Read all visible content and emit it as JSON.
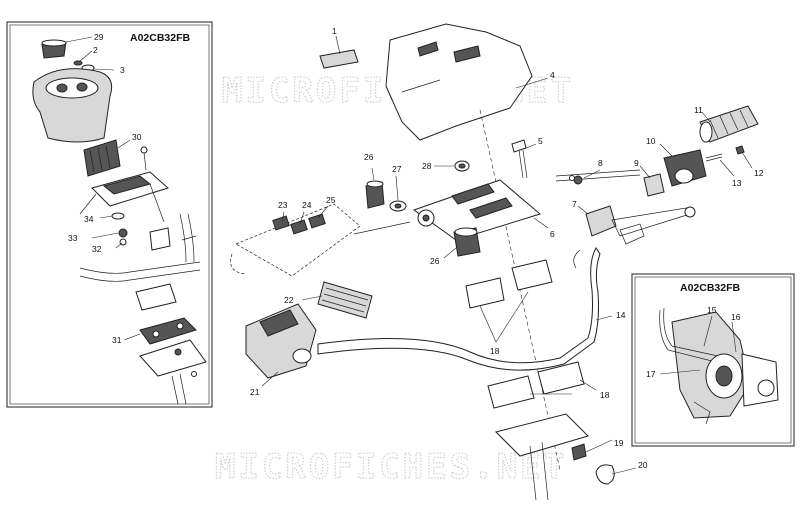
{
  "diagram": {
    "inset_left_code": "A02CB32FB",
    "inset_right_code": "A02CB32FB",
    "watermark_top": "MICROFICHES.NET",
    "watermark_bottom": "MICROFICHES.NET",
    "callouts": {
      "c1": "1",
      "c2": "2",
      "c3": "3",
      "c4": "4",
      "c5": "5",
      "c6": "6",
      "c7": "7",
      "c8": "8",
      "c9": "9",
      "c10": "10",
      "c11": "11",
      "c12": "12",
      "c13": "13",
      "c14": "14",
      "c15": "15",
      "c16": "16",
      "c17": "17",
      "c18a": "18",
      "c18b": "18",
      "c19": "19",
      "c20": "20",
      "c21": "21",
      "c22": "22",
      "c23": "23",
      "c24": "24",
      "c25": "25",
      "c26a": "26",
      "c26b": "26",
      "c27": "27",
      "c28": "28",
      "c29": "29",
      "c30": "30",
      "c31": "31",
      "c32": "32",
      "c33": "33",
      "c34": "34"
    }
  }
}
